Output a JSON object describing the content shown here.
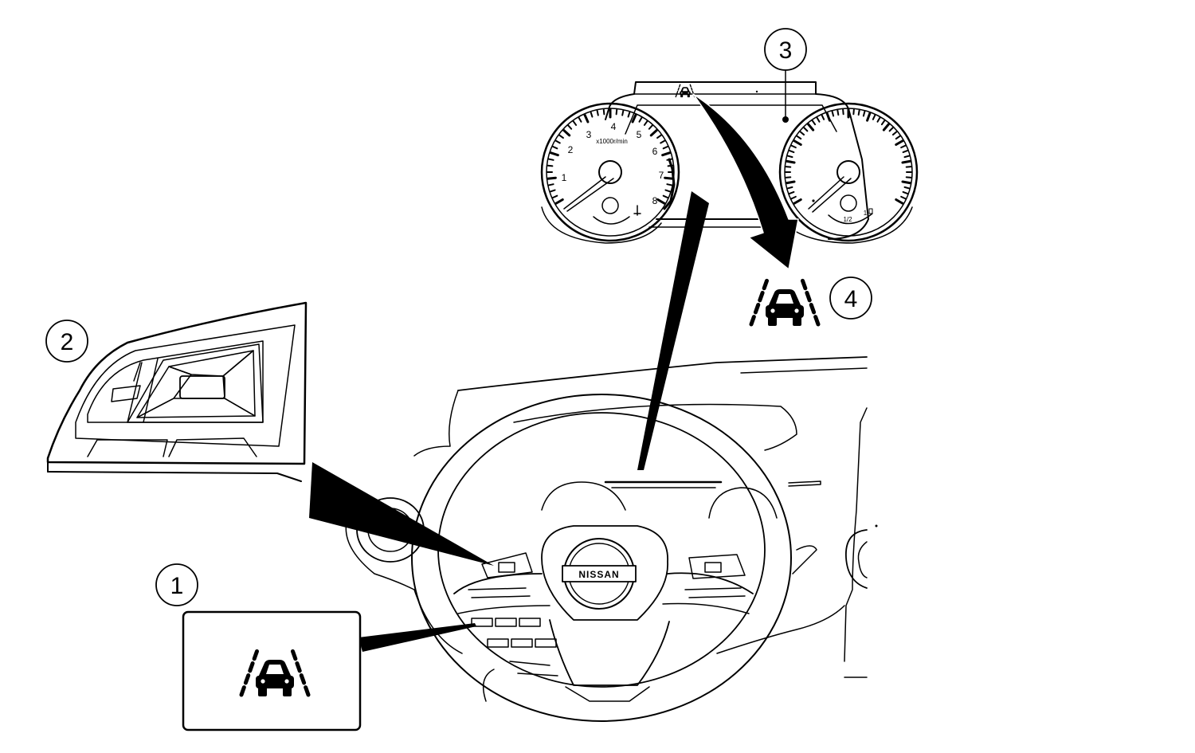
{
  "callouts": [
    {
      "number": "1"
    },
    {
      "number": "2"
    },
    {
      "number": "3"
    },
    {
      "number": "4"
    }
  ],
  "tachometer": {
    "unit_label": "x1000r/min",
    "scale": [
      "1",
      "2",
      "3",
      "4",
      "5",
      "6",
      "7",
      "8"
    ]
  },
  "fuel_gauge": {
    "half_label": "1/2",
    "full_label": "1"
  },
  "steering_wheel": {
    "logo_text": "NISSAN"
  },
  "icons": [
    "lane-departure-warning-icon"
  ]
}
